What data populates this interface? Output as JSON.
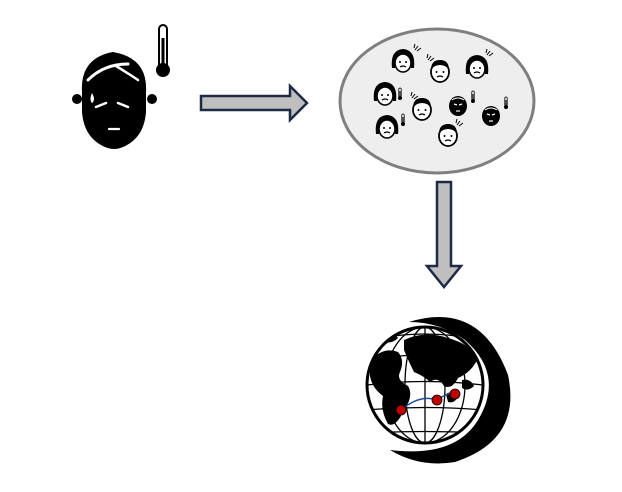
{
  "diagram": {
    "nodes": [
      {
        "id": "sick-person",
        "icon": "sick-person-icon",
        "label": ""
      },
      {
        "id": "crowd",
        "icon": "crowd-of-sick-people-icon",
        "label": ""
      },
      {
        "id": "globe",
        "icon": "globe-icon",
        "label": ""
      }
    ],
    "edges": [
      {
        "from": "sick-person",
        "to": "crowd",
        "direction": "right"
      },
      {
        "from": "crowd",
        "to": "globe",
        "direction": "down"
      }
    ]
  },
  "colors": {
    "background": "#ffffff",
    "icon": "#000000",
    "arrow_fill": "#bfbfbf",
    "arrow_stroke": "#1f2a44",
    "ellipse_fill": "#eeeeee",
    "ellipse_stroke": "#7f7f7f",
    "spread_marker": "#c00000",
    "spread_line": "#1f4e9c"
  }
}
